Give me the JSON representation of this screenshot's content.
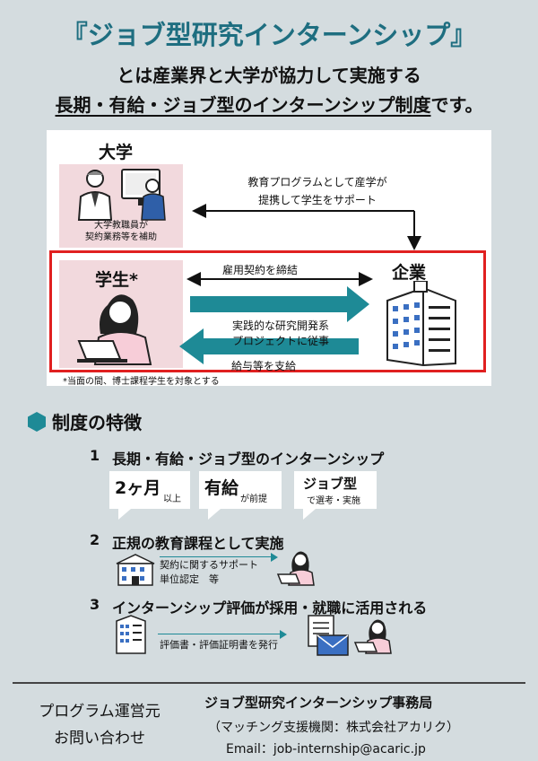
{
  "header": {
    "title": "『ジョブ型研究インターンシップ』",
    "line1": "とは産業界と大学が協力して実施する",
    "line2_underlined": "長期・有給・ジョブ型のインターンシップ制度",
    "line2_tail": "です。"
  },
  "diagram": {
    "university_label": "大学",
    "staff_caption_1": "大学教職員が",
    "staff_caption_2": "契約業務等を補助",
    "support_text_1": "教育プログラムとして産学が",
    "support_text_2": "提携して学生をサポート",
    "student_label": "学生*",
    "company_label": "企業",
    "employment_text": "雇用契約を締結",
    "research_text_1": "実践的な研究開発系",
    "research_text_2": "プロジェクトに従事",
    "salary_text": "給与等を支給",
    "footnote": "*当面の間、博士課程学生を対象とする",
    "colors": {
      "accent": "#1e8a96",
      "frame": "#e02020",
      "pink": "#f2d9dd"
    }
  },
  "features": {
    "heading": "制度の特徴",
    "items": [
      {
        "num": "1",
        "title": "長期・有給・ジョブ型のインターンシップ",
        "bubbles": [
          {
            "main": "2ヶ月",
            "small": "以上"
          },
          {
            "main": "有給",
            "small": "が前提"
          },
          {
            "main": "ジョブ型",
            "small": "で選考・実施"
          }
        ]
      },
      {
        "num": "2",
        "title": "正規の教育課程として実施",
        "note_1": "契約に関するサポート",
        "note_2": "単位認定　等"
      },
      {
        "num": "3",
        "title": "インターンシップ評価が採用・就職に活用される",
        "note": "評価書・評価証明書を発行"
      }
    ]
  },
  "footer": {
    "left_1": "プログラム運営元",
    "left_2": "お問い合わせ",
    "office": "ジョブ型研究インターンシップ事務局",
    "org": "（マッチング支援機関：株式会社アカリク）",
    "email": "Email：job-internship@acaric.jp"
  }
}
